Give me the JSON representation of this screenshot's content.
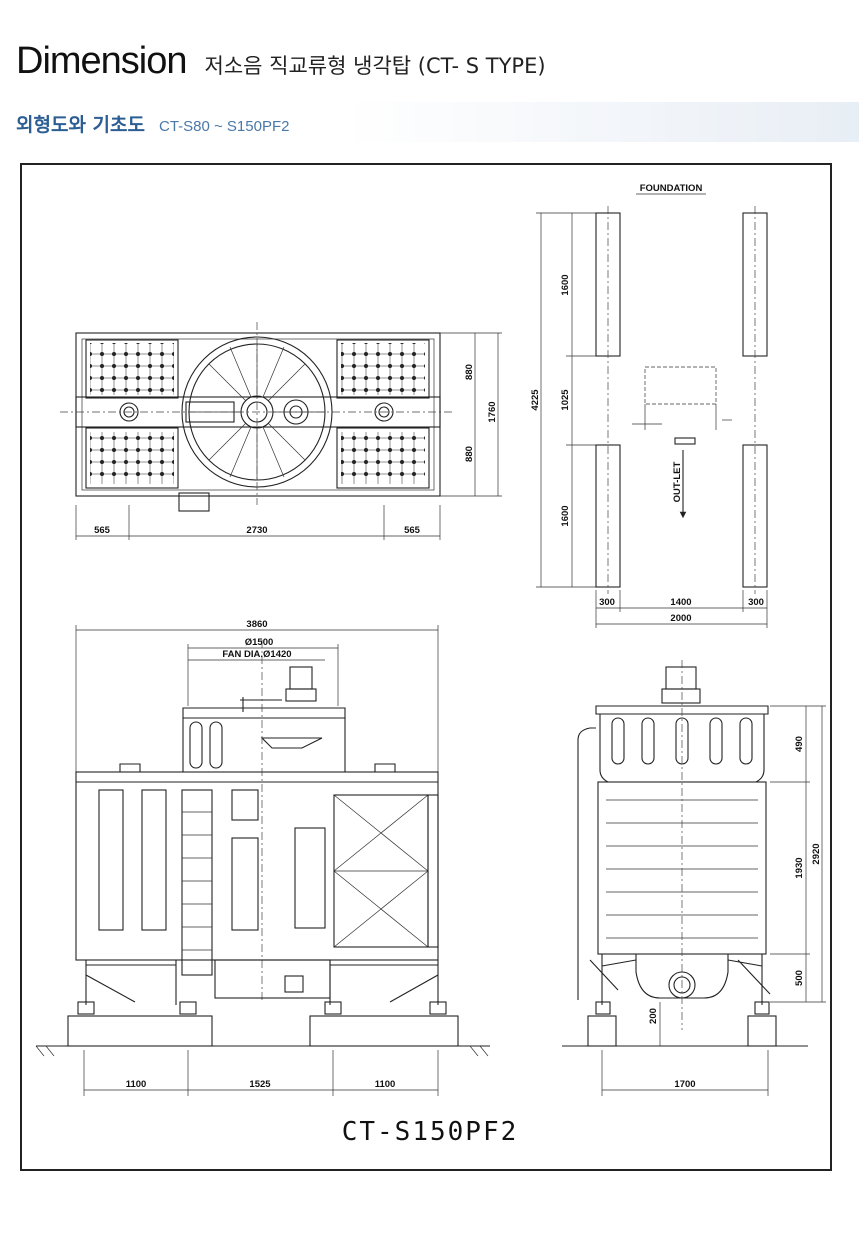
{
  "header": {
    "title": "Dimension",
    "subtitle": "저소음 직교류형 냉각탑 (CT- S TYPE)"
  },
  "subheader": {
    "title": "외형도와 기초도",
    "range": "CT-S80 ~ S150PF2"
  },
  "drawing": {
    "foundation_label": "FOUNDATION",
    "outlet_label": "OUT-LET",
    "model": "CT-S150PF2",
    "top_view": {
      "dim_left": "565",
      "dim_center": "2730",
      "dim_right": "565",
      "dim_upper": "880",
      "dim_lower": "880",
      "dim_total": "1760"
    },
    "foundation_view": {
      "dim_total": "4225",
      "dim_upper": "1600",
      "dim_middle": "1025",
      "dim_lower": "1600",
      "dim_left": "300",
      "dim_center": "1400",
      "dim_right": "300",
      "dim_width": "2000"
    },
    "front_view": {
      "dim_width": "3860",
      "dim_casing": "Ø1500",
      "dim_fan": "FAN DIA.Ø1420",
      "dim_base_left": "1100",
      "dim_base_center": "1525",
      "dim_base_right": "1100"
    },
    "side_view": {
      "dim_top": "490",
      "dim_body": "1930",
      "dim_total": "2920",
      "dim_legs": "500",
      "dim_base": "200",
      "dim_width": "1700"
    }
  }
}
